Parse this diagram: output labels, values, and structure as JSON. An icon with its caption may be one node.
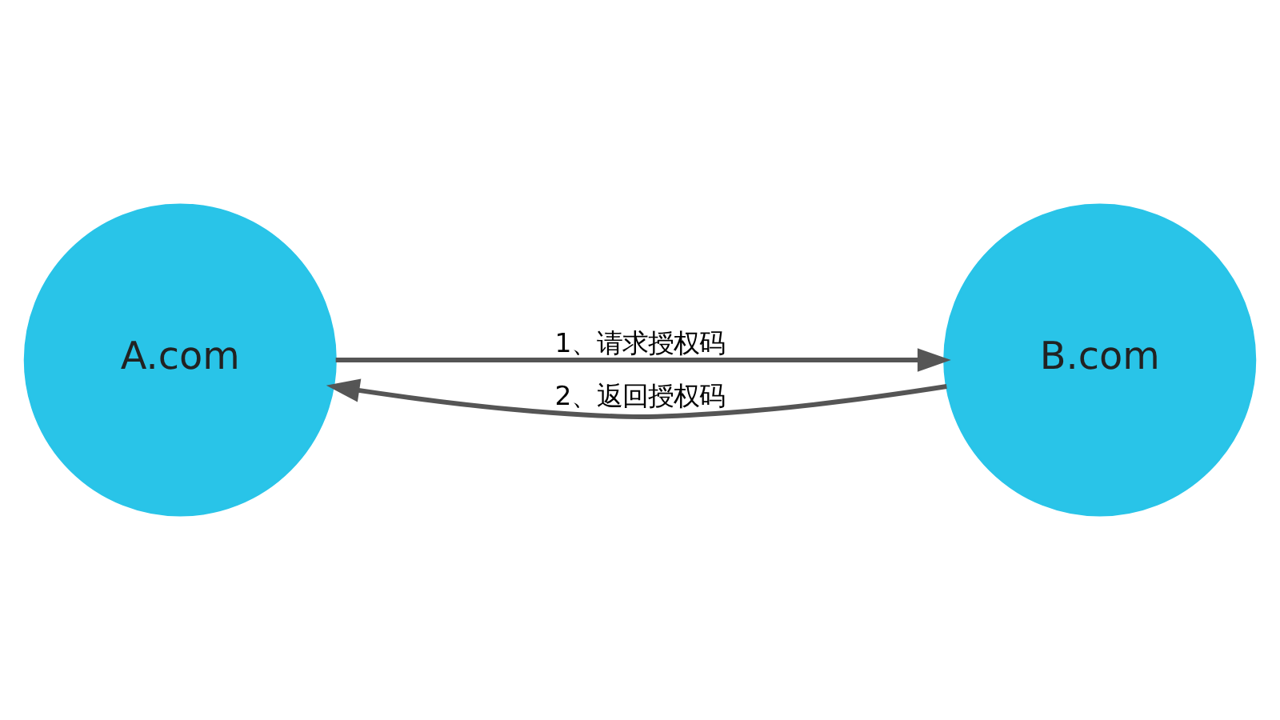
{
  "diagram": {
    "nodes": [
      {
        "text": [
          "A.com"
        ]
      },
      {
        "text": [
          "B.com"
        ]
      }
    ],
    "edges": [
      {
        "from": 0,
        "to": 1,
        "arrow": "to",
        "label": "1、请求授权码"
      },
      {
        "from": 1,
        "to": 0,
        "arrow": "to",
        "label": "2、返回授权码"
      }
    ]
  }
}
